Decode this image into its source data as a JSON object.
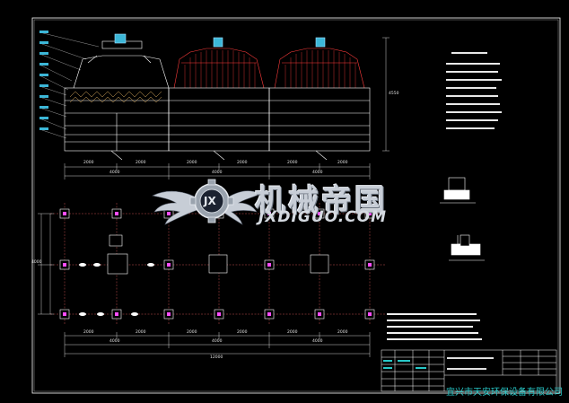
{
  "watermark": {
    "title_cn": "机械帝国",
    "domain": "JXDIGUO.COM",
    "logo_letters": "JX"
  },
  "title_block": {
    "company": "宜兴市天安环保设备有限公司"
  },
  "colors": {
    "background": "#000000",
    "frame": "#ffffff",
    "tower_outline": "#ff3b3b",
    "fill_pattern": "#e0b060",
    "dimension": "#ffffff",
    "column_markers": "#ff4dff",
    "title_text": "#28c8c8",
    "grid_lines": "#c85050"
  },
  "icons": {
    "logo": "winged-gear-icon"
  },
  "dimensions": {
    "top_row": [
      "2000",
      "2000",
      "2000",
      "2000",
      "2000",
      "2000"
    ],
    "top_totals": [
      "4000",
      "4000",
      "4000"
    ],
    "bottom_row": [
      "2000",
      "2000",
      "2000",
      "2000",
      "2000",
      "2000"
    ],
    "bottom_totals": [
      "4000",
      "4000",
      "4000"
    ],
    "overall": "12000",
    "height": "4550",
    "plan_side": "4000"
  }
}
